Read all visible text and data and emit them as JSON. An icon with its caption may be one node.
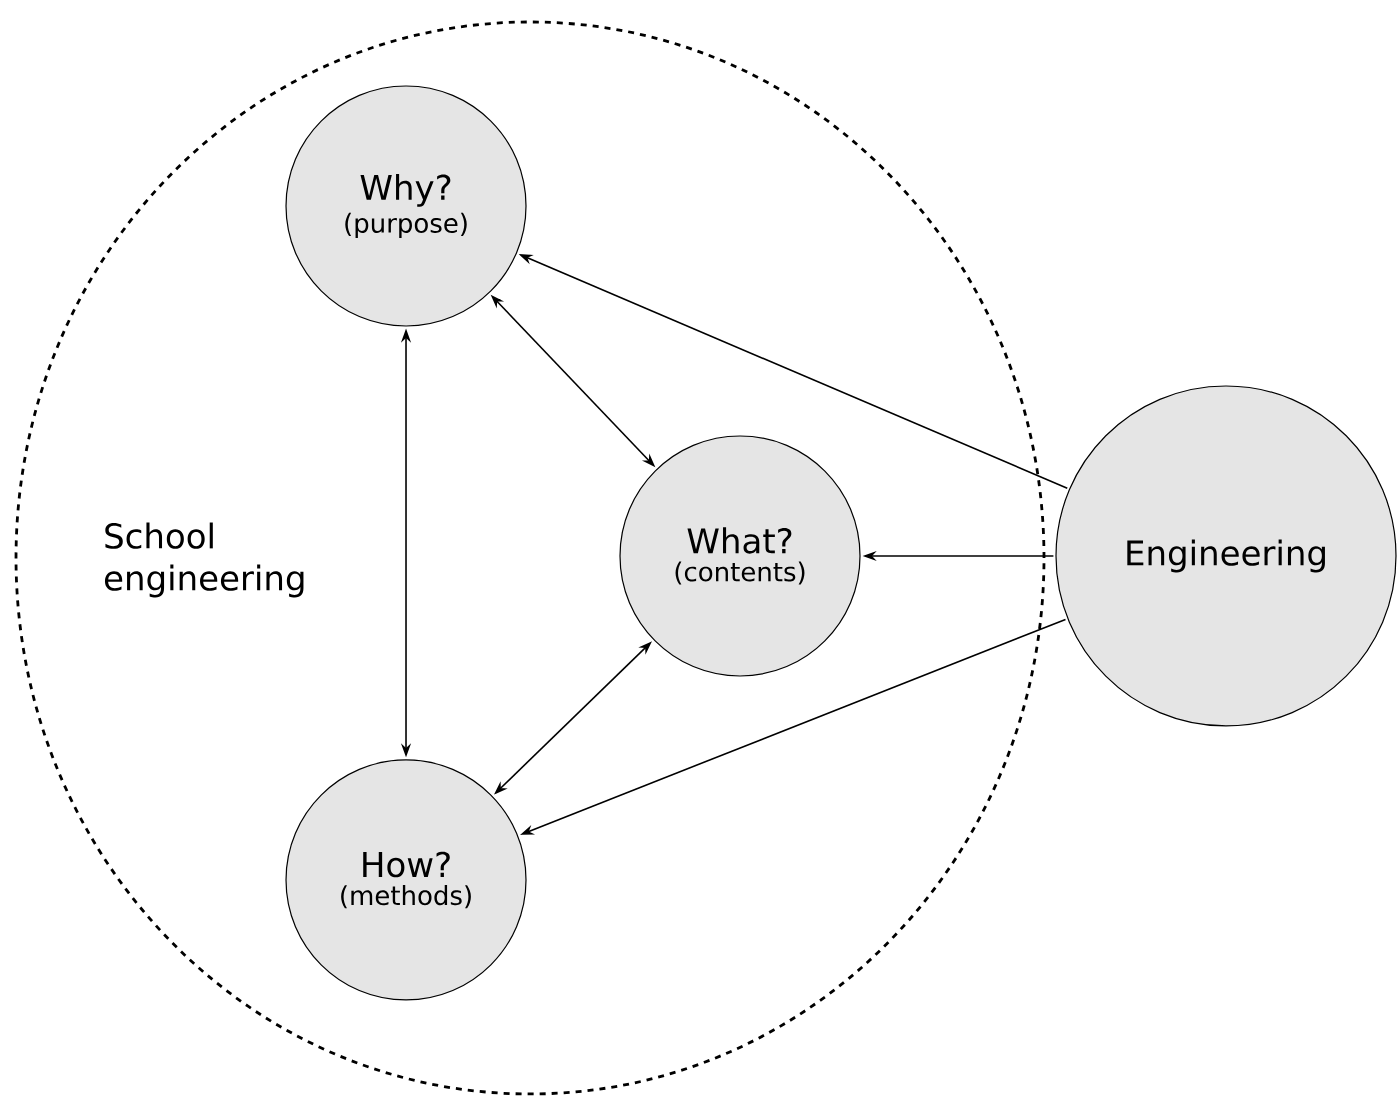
{
  "diagram": {
    "nodes": [
      {
        "text": [
          "School engineering"
        ]
      },
      {
        "text": [
          "Why?",
          "(purpose)"
        ],
        "in": 0
      },
      {
        "text": [
          "What?",
          "(contents)"
        ],
        "in": 0
      },
      {
        "text": [
          "How?",
          "(methods)"
        ],
        "in": 0
      },
      {
        "text": [
          "Engineering"
        ]
      }
    ],
    "edges": [
      {
        "from": 1,
        "to": 3,
        "arrow": "both"
      },
      {
        "from": 1,
        "to": 2,
        "arrow": "both"
      },
      {
        "from": 2,
        "to": 3,
        "arrow": "both"
      },
      {
        "from": 4,
        "to": 1,
        "arrow": "to"
      },
      {
        "from": 4,
        "to": 2,
        "arrow": "to"
      },
      {
        "from": 4,
        "to": 3,
        "arrow": "to"
      }
    ]
  }
}
